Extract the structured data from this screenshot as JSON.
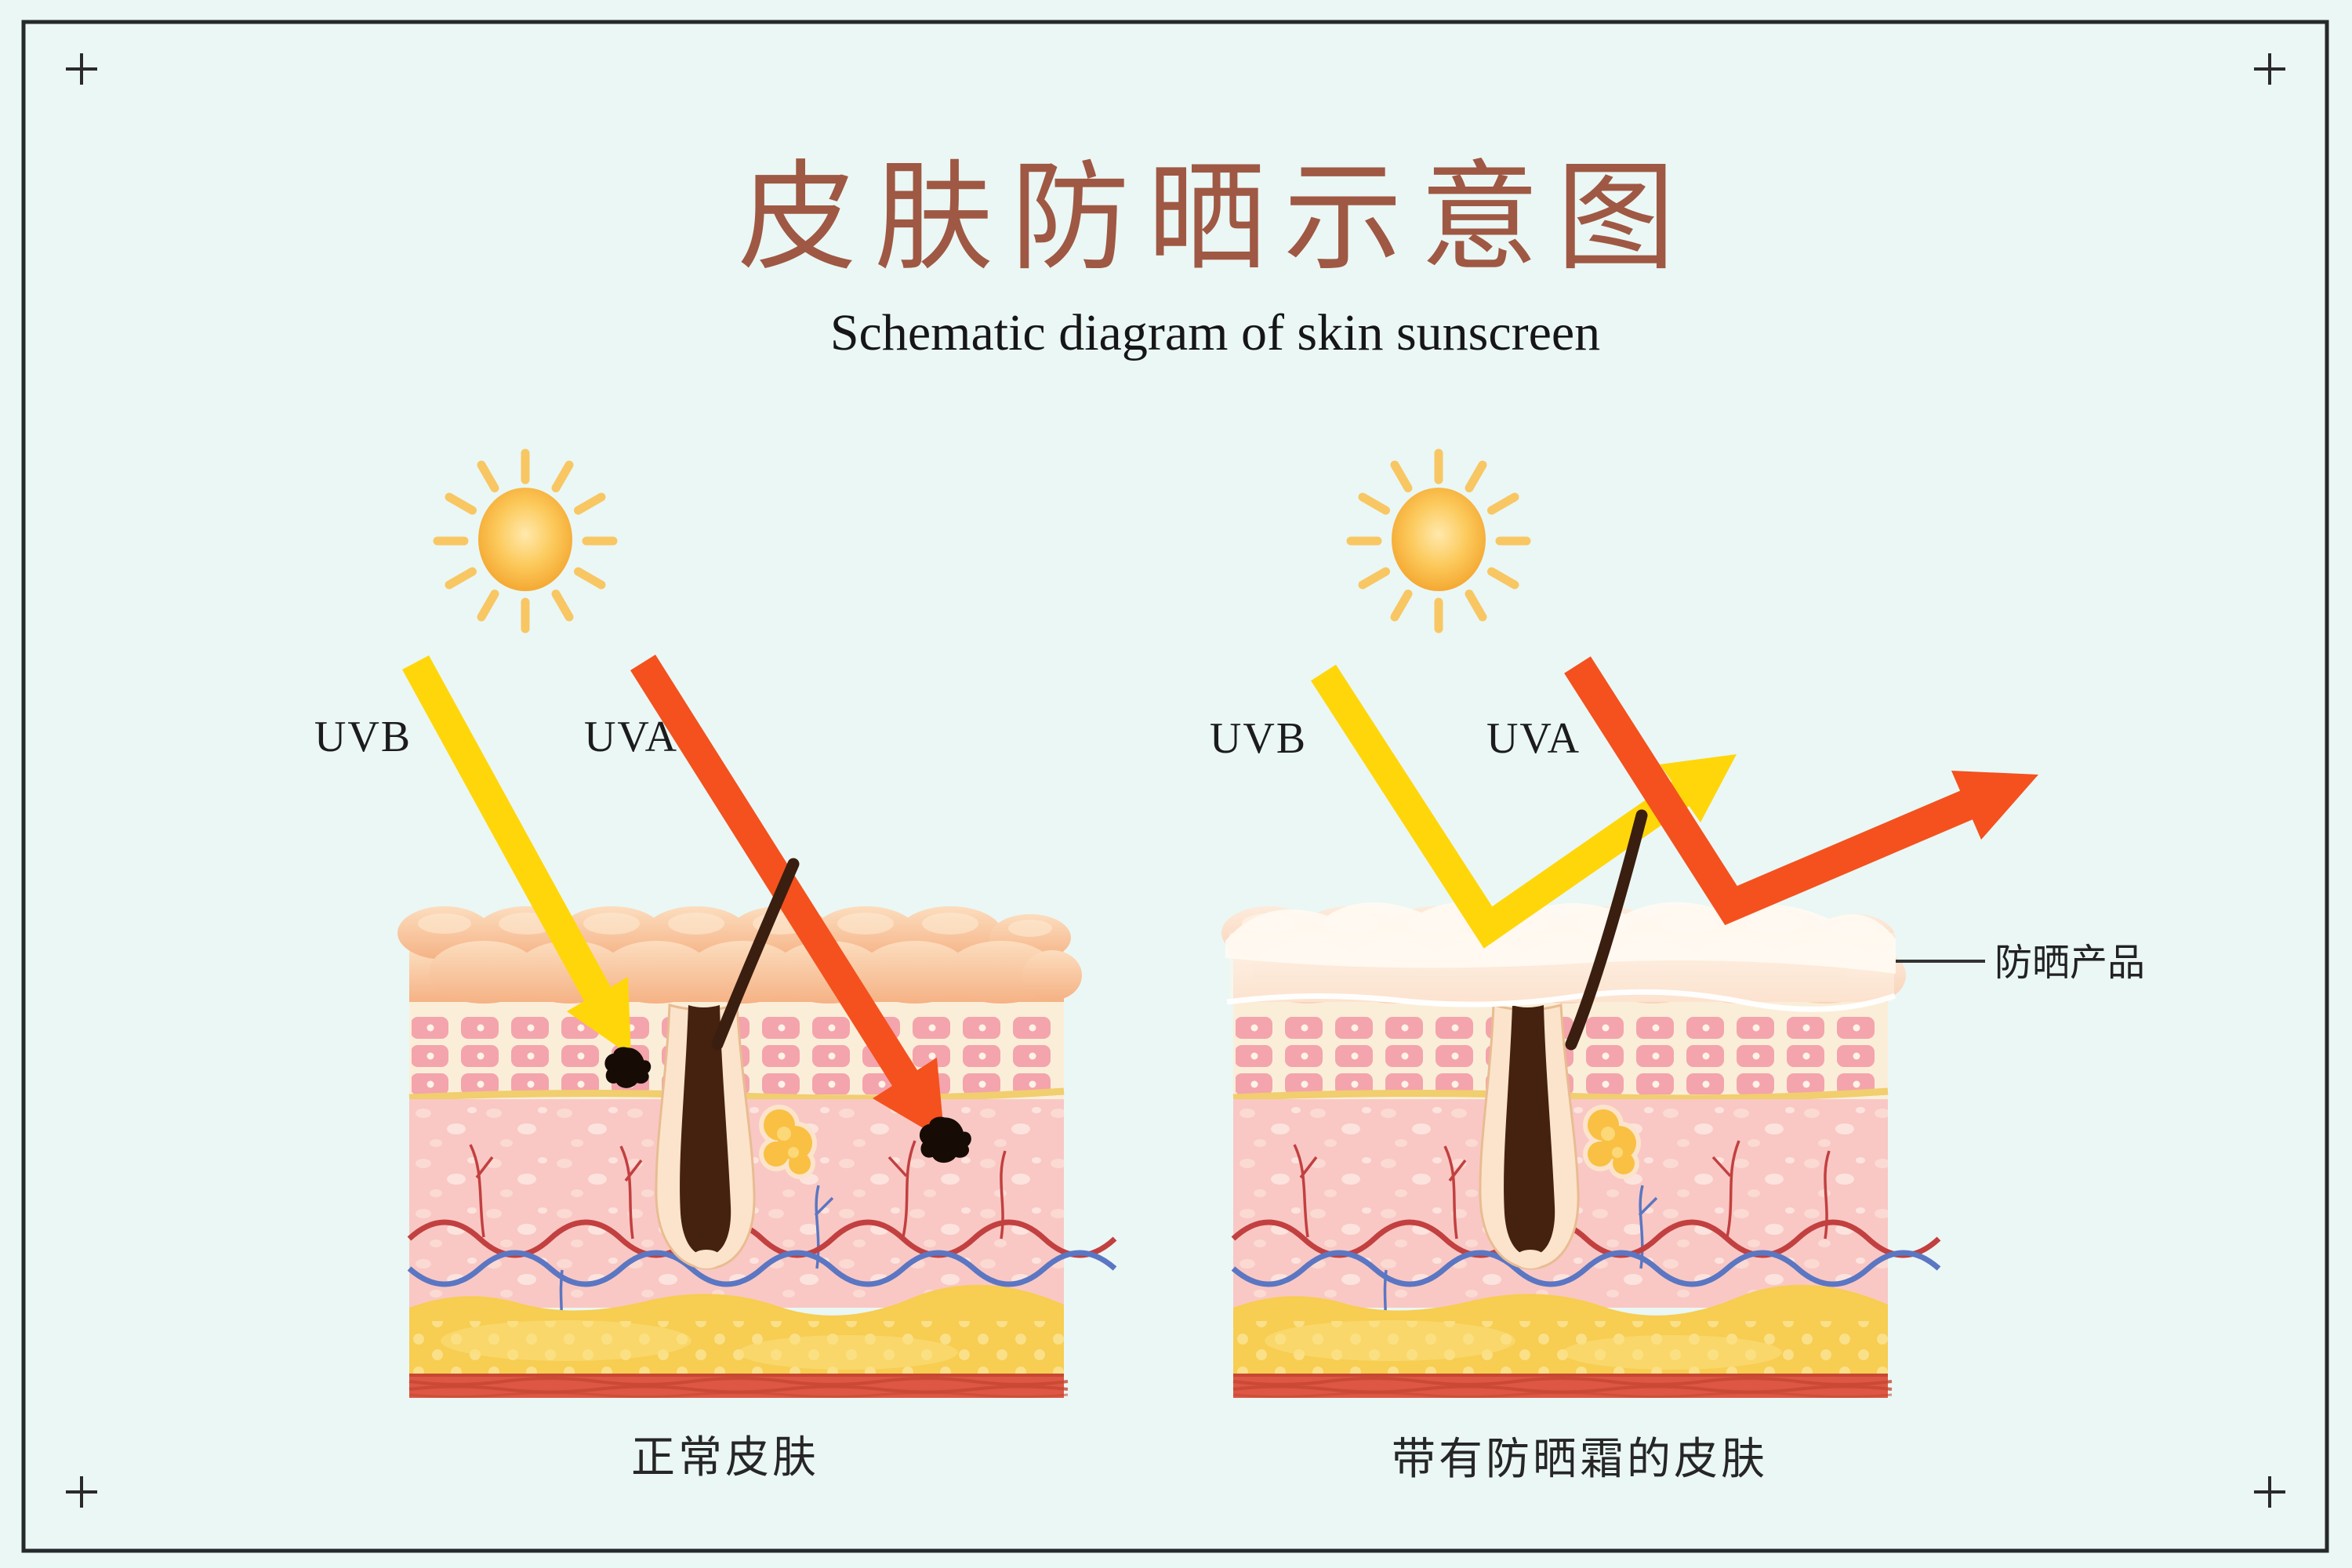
{
  "page": {
    "background_color": "#EAF7F5",
    "frame_color": "#26292B"
  },
  "header": {
    "title": "皮肤防晒示意图",
    "subtitle": "Schematic diagram of skin sunscreen",
    "title_color": "#9F5843"
  },
  "left_panel": {
    "uvb_label": "UVB",
    "uva_label": "UVA",
    "caption": "正常皮肤"
  },
  "right_panel": {
    "uvb_label": "UVB",
    "uva_label": "UVA",
    "caption": "带有防晒霜的皮肤",
    "annotation": "防晒产品"
  },
  "legend_colors": {
    "uvb_ray": "#FFD60A",
    "uva_ray": "#F4511E",
    "sun_core": "#F9B53B",
    "sun_rays": "#F8C763"
  }
}
